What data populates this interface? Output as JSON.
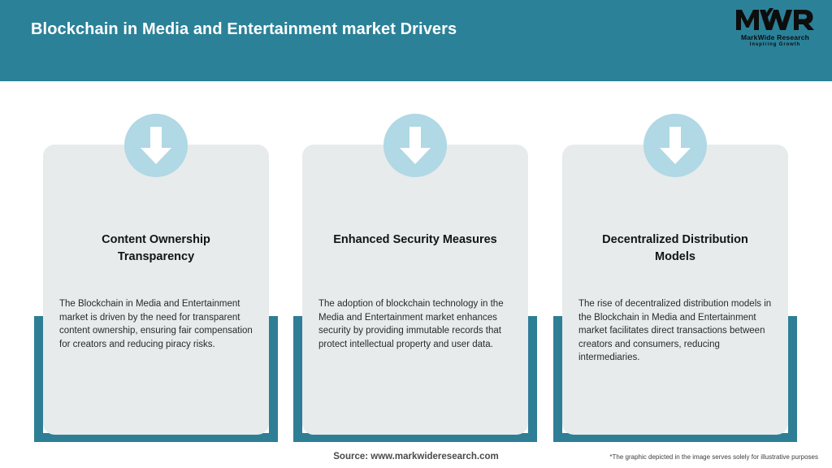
{
  "header": {
    "title": "Blockchain in Media and Entertainment market Drivers",
    "background_color": "#2B8198",
    "title_color": "#FFFFFF"
  },
  "logo": {
    "mark": "MWR",
    "name": "MarkWide Research",
    "tagline": "Inspiring Growth"
  },
  "theme": {
    "teal": "#2E7E96",
    "card_background": "#E7EBEC",
    "icon_circle": "#B0D8E5",
    "arrow": "#FFFFFF",
    "page_background": "#FFFFFF"
  },
  "cards": [
    {
      "icon": "arrow-down-icon",
      "title": "Content Ownership Transparency",
      "text": "The Blockchain in Media and Entertainment market is driven by the need for transparent content ownership, ensuring fair compensation for creators and reducing piracy risks."
    },
    {
      "icon": "arrow-down-icon",
      "title": "Enhanced Security Measures",
      "text": "The adoption of blockchain technology in the Media and Entertainment market enhances security by providing immutable records that protect intellectual property and user data."
    },
    {
      "icon": "arrow-down-icon",
      "title": "Decentralized Distribution Models",
      "text": "The rise of decentralized distribution models in the Blockchain in Media and Entertainment market facilitates direct transactions between creators and consumers, reducing intermediaries."
    }
  ],
  "footer": {
    "source": "Source: www.markwideresearch.com",
    "disclaimer": "*The graphic depicted in the image serves solely for illustrative purposes"
  }
}
